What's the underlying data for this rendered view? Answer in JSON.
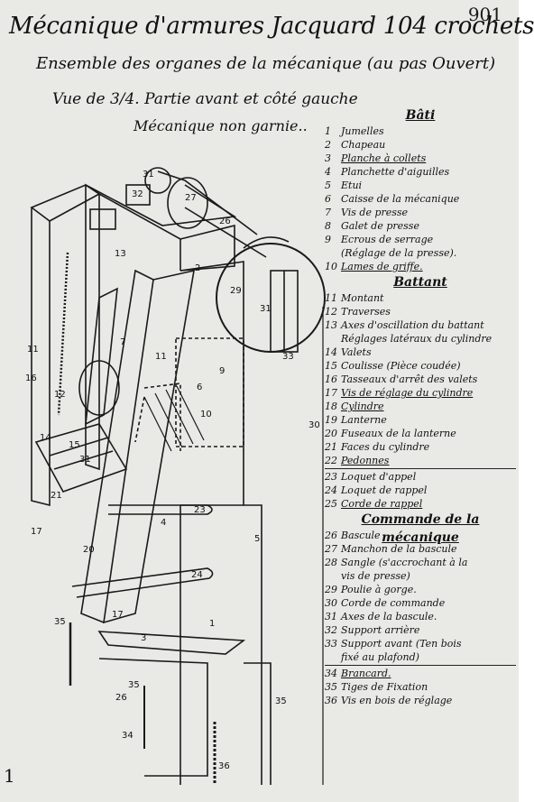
{
  "page_number": "901",
  "title": "Mécanique d'armures Jacquard 104 crochets",
  "subtitle": "Ensemble des organes de la mécanique (au pas Ouvert)",
  "view_line": "Vue de 3/4. Partie avant et côté gauche",
  "mech_line": "Mécanique non garnie..",
  "footer_mark": "1",
  "legend": [
    {
      "section": "Bâti"
    },
    {
      "n": "1",
      "text": "Jumelles"
    },
    {
      "n": "2",
      "text": "Chapeau"
    },
    {
      "n": "3",
      "text": "Planche à collets",
      "ul": true
    },
    {
      "n": "4",
      "text": "Planchette d'aiguilles"
    },
    {
      "n": "5",
      "text": "Etui"
    },
    {
      "n": "6",
      "text": "Caisse de la mécanique"
    },
    {
      "n": "7",
      "text": "Vis de presse"
    },
    {
      "n": "8",
      "text": "Galet de presse"
    },
    {
      "n": "9",
      "text": "Ecrous de serrage"
    },
    {
      "n": "",
      "text": "(Réglage de la presse)."
    },
    {
      "n": "10",
      "text": "Lames de griffe.",
      "ul": true
    },
    {
      "section": "Battant"
    },
    {
      "n": "11",
      "text": "Montant"
    },
    {
      "n": "12",
      "text": "Traverses"
    },
    {
      "n": "13",
      "text": "Axes d'oscillation du battant"
    },
    {
      "n": "",
      "text": "Réglages latéraux du cylindre"
    },
    {
      "n": "14",
      "text": "Valets"
    },
    {
      "n": "15",
      "text": "Coulisse (Pièce coudée)"
    },
    {
      "n": "16",
      "text": "Tasseaux d'arrêt des valets"
    },
    {
      "n": "17",
      "text": "Vis de réglage du cylindre",
      "ul": true
    },
    {
      "n": "18",
      "text": "Cylindre",
      "ul": true
    },
    {
      "n": "19",
      "text": "Lanterne"
    },
    {
      "n": "20",
      "text": "Fuseaux de la lanterne"
    },
    {
      "n": "21",
      "text": "Faces du cylindre"
    },
    {
      "n": "22",
      "text": "Pedonnes",
      "ul": true
    },
    {
      "sep": true
    },
    {
      "n": "23",
      "text": "Loquet d'appel"
    },
    {
      "n": "24",
      "text": "Loquet de rappel"
    },
    {
      "n": "25",
      "text": "Corde de rappel",
      "ul": true
    },
    {
      "section": "Commande de la mécanique"
    },
    {
      "n": "26",
      "text": "Bascule"
    },
    {
      "n": "27",
      "text": "Manchon de la bascule"
    },
    {
      "n": "28",
      "text": "Sangle (s'accrochant à la"
    },
    {
      "n": "",
      "text": "vis de presse)"
    },
    {
      "n": "29",
      "text": "Poulie à gorge."
    },
    {
      "n": "30",
      "text": "Corde de commande"
    },
    {
      "n": "31",
      "text": "Axes de la bascule."
    },
    {
      "n": "32",
      "text": "Support arrière"
    },
    {
      "n": "33",
      "text": "Support avant (Ten bois"
    },
    {
      "n": "",
      "text": "fixé au plafond)"
    },
    {
      "sep": true
    },
    {
      "n": "34",
      "text": "Brancard.",
      "ul": true
    },
    {
      "n": "35",
      "text": "Tiges de Fixation"
    },
    {
      "n": "36",
      "text": "Vis en bois de réglage"
    }
  ],
  "callouts": [
    "31",
    "32",
    "27",
    "26",
    "2",
    "13",
    "29",
    "31",
    "33",
    "11",
    "16",
    "11",
    "7",
    "9",
    "6",
    "10",
    "12",
    "14",
    "15",
    "30",
    "31",
    "21",
    "17",
    "23",
    "5",
    "4",
    "20",
    "24",
    "35",
    "17",
    "1",
    "3",
    "35",
    "26",
    "34",
    "36",
    "35"
  ]
}
